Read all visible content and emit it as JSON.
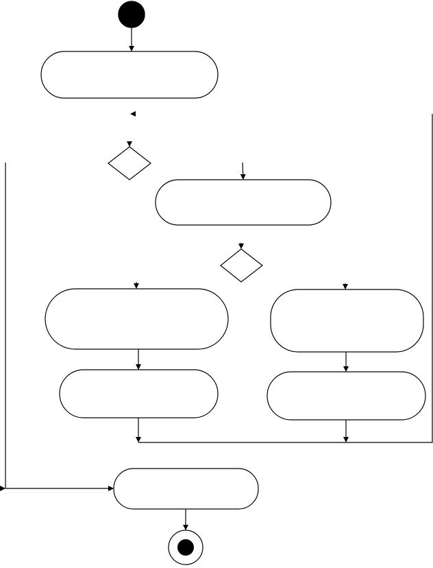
{
  "diagram": {
    "type": "activity-diagram",
    "colors": {
      "stroke": "#000000",
      "fill": "#ffffff",
      "node_fill": "#000000",
      "background": "#ffffff"
    },
    "nodes": [
      {
        "id": "start",
        "kind": "initial-node",
        "label": ""
      },
      {
        "id": "activity-1",
        "kind": "action",
        "label": ""
      },
      {
        "id": "decision-1",
        "kind": "decision",
        "label": ""
      },
      {
        "id": "activity-2",
        "kind": "action",
        "label": ""
      },
      {
        "id": "decision-2",
        "kind": "decision",
        "label": ""
      },
      {
        "id": "activity-3",
        "kind": "action",
        "label": ""
      },
      {
        "id": "activity-4",
        "kind": "action",
        "label": ""
      },
      {
        "id": "activity-5",
        "kind": "action",
        "label": ""
      },
      {
        "id": "activity-6",
        "kind": "action",
        "label": ""
      },
      {
        "id": "activity-7",
        "kind": "action",
        "label": ""
      },
      {
        "id": "final",
        "kind": "final-node",
        "label": ""
      }
    ],
    "edges": [
      {
        "from": "start",
        "to": "activity-1"
      },
      {
        "from": "activity-1",
        "to": "decision-1"
      },
      {
        "from": "decision-1",
        "to": "activity-2"
      },
      {
        "from": "decision-1",
        "to": "activity-7"
      },
      {
        "from": "activity-2",
        "to": "decision-2"
      },
      {
        "from": "decision-2",
        "to": "activity-3"
      },
      {
        "from": "decision-2",
        "to": "activity-4"
      },
      {
        "from": "activity-3",
        "to": "activity-5"
      },
      {
        "from": "activity-4",
        "to": "activity-6"
      },
      {
        "from": "activity-5",
        "to": "merge-line"
      },
      {
        "from": "activity-6",
        "to": "merge-line"
      },
      {
        "from": "merge-line",
        "to": "activity-2"
      },
      {
        "from": "activity-7",
        "to": "final"
      }
    ]
  }
}
